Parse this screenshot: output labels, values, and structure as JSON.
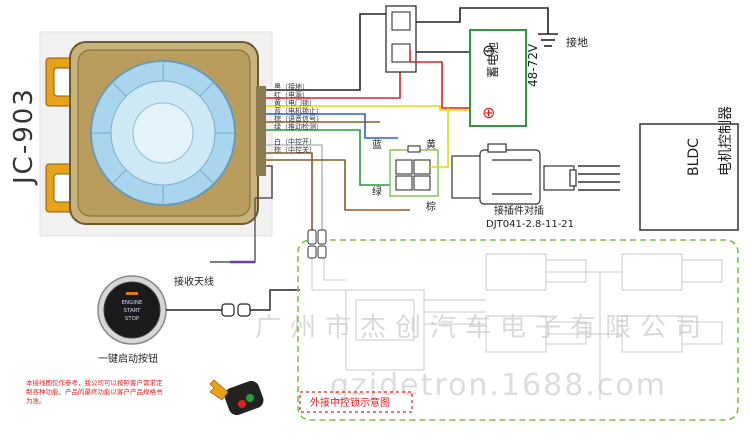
{
  "device": {
    "model": "JC-903"
  },
  "wire_labels": [
    "黑（接地）",
    "红（电源）",
    "黄（电门锁）",
    "蓝（电机锁止）",
    "棕（语音信号）",
    "绿（推动检测）",
    "白（中控开）",
    "棕（中控关）"
  ],
  "battery": {
    "name": "蓄电池",
    "voltage": "48-72V",
    "minus_symbol": "⊖",
    "plus_symbol": "⊕"
  },
  "ground_label": "接地",
  "connector": {
    "blue": "蓝",
    "yellow": "黄",
    "green": "绿",
    "brown": "棕",
    "caption_line1": "接插件对插",
    "caption_line2": "DJT041-2.8-11-21"
  },
  "controller": {
    "line1": "BLDC",
    "line2": "电机控制器"
  },
  "antenna_label": "接收天线",
  "start_button": {
    "line1": "ENGINE",
    "line2": "START",
    "line3": "STOP",
    "label": "一键启动按钮"
  },
  "note": {
    "line1": "本接线图仅作参考，我公司可以按照客户需求定",
    "line2": "制各种功能，产品的最终功能以客户产品规格书",
    "line3": "为准。"
  },
  "lock_diagram_label": "外接中控锁示意图",
  "watermark": {
    "company": "广州市杰创汽车电子有限公司",
    "site": "gzjdetron.1688.com"
  },
  "colors": {
    "black": "#222222",
    "red": "#e02020",
    "yellow": "#e8d800",
    "blue": "#2a5fd6",
    "brown": "#8a5a2b",
    "green": "#2a9a3a",
    "white_wire": "#cccccc",
    "dashed_green": "#7cc24a",
    "red_text": "#e02020"
  }
}
